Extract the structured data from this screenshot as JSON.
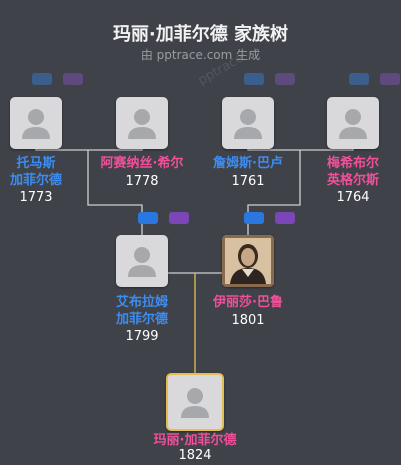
{
  "title": "玛丽·加菲尔德 家族树",
  "subtitle": "由 pptrace.com 生成",
  "watermark": "pptrace",
  "people": {
    "p1": {
      "name": "托马斯\n加菲尔德",
      "year": "1773",
      "gender": "male"
    },
    "p2": {
      "name": "阿赛纳丝·希尔",
      "year": "1778",
      "gender": "female"
    },
    "p3": {
      "name": "詹姆斯·巴卢",
      "year": "1761",
      "gender": "male"
    },
    "p4": {
      "name": "梅希布尔\n英格尔斯",
      "year": "1764",
      "gender": "female"
    },
    "p5": {
      "name": "艾布拉姆\n加菲尔德",
      "year": "1799",
      "gender": "male"
    },
    "p6": {
      "name": "伊丽莎·巴鲁",
      "year": "1801",
      "gender": "female"
    },
    "p7": {
      "name": "玛丽·加菲尔德",
      "year": "1824",
      "gender": "female"
    }
  },
  "colors": {
    "male": "#3d8cf0",
    "female": "#f0509a",
    "line": "#cfd0d4",
    "descent_line": "#e6bd55"
  }
}
